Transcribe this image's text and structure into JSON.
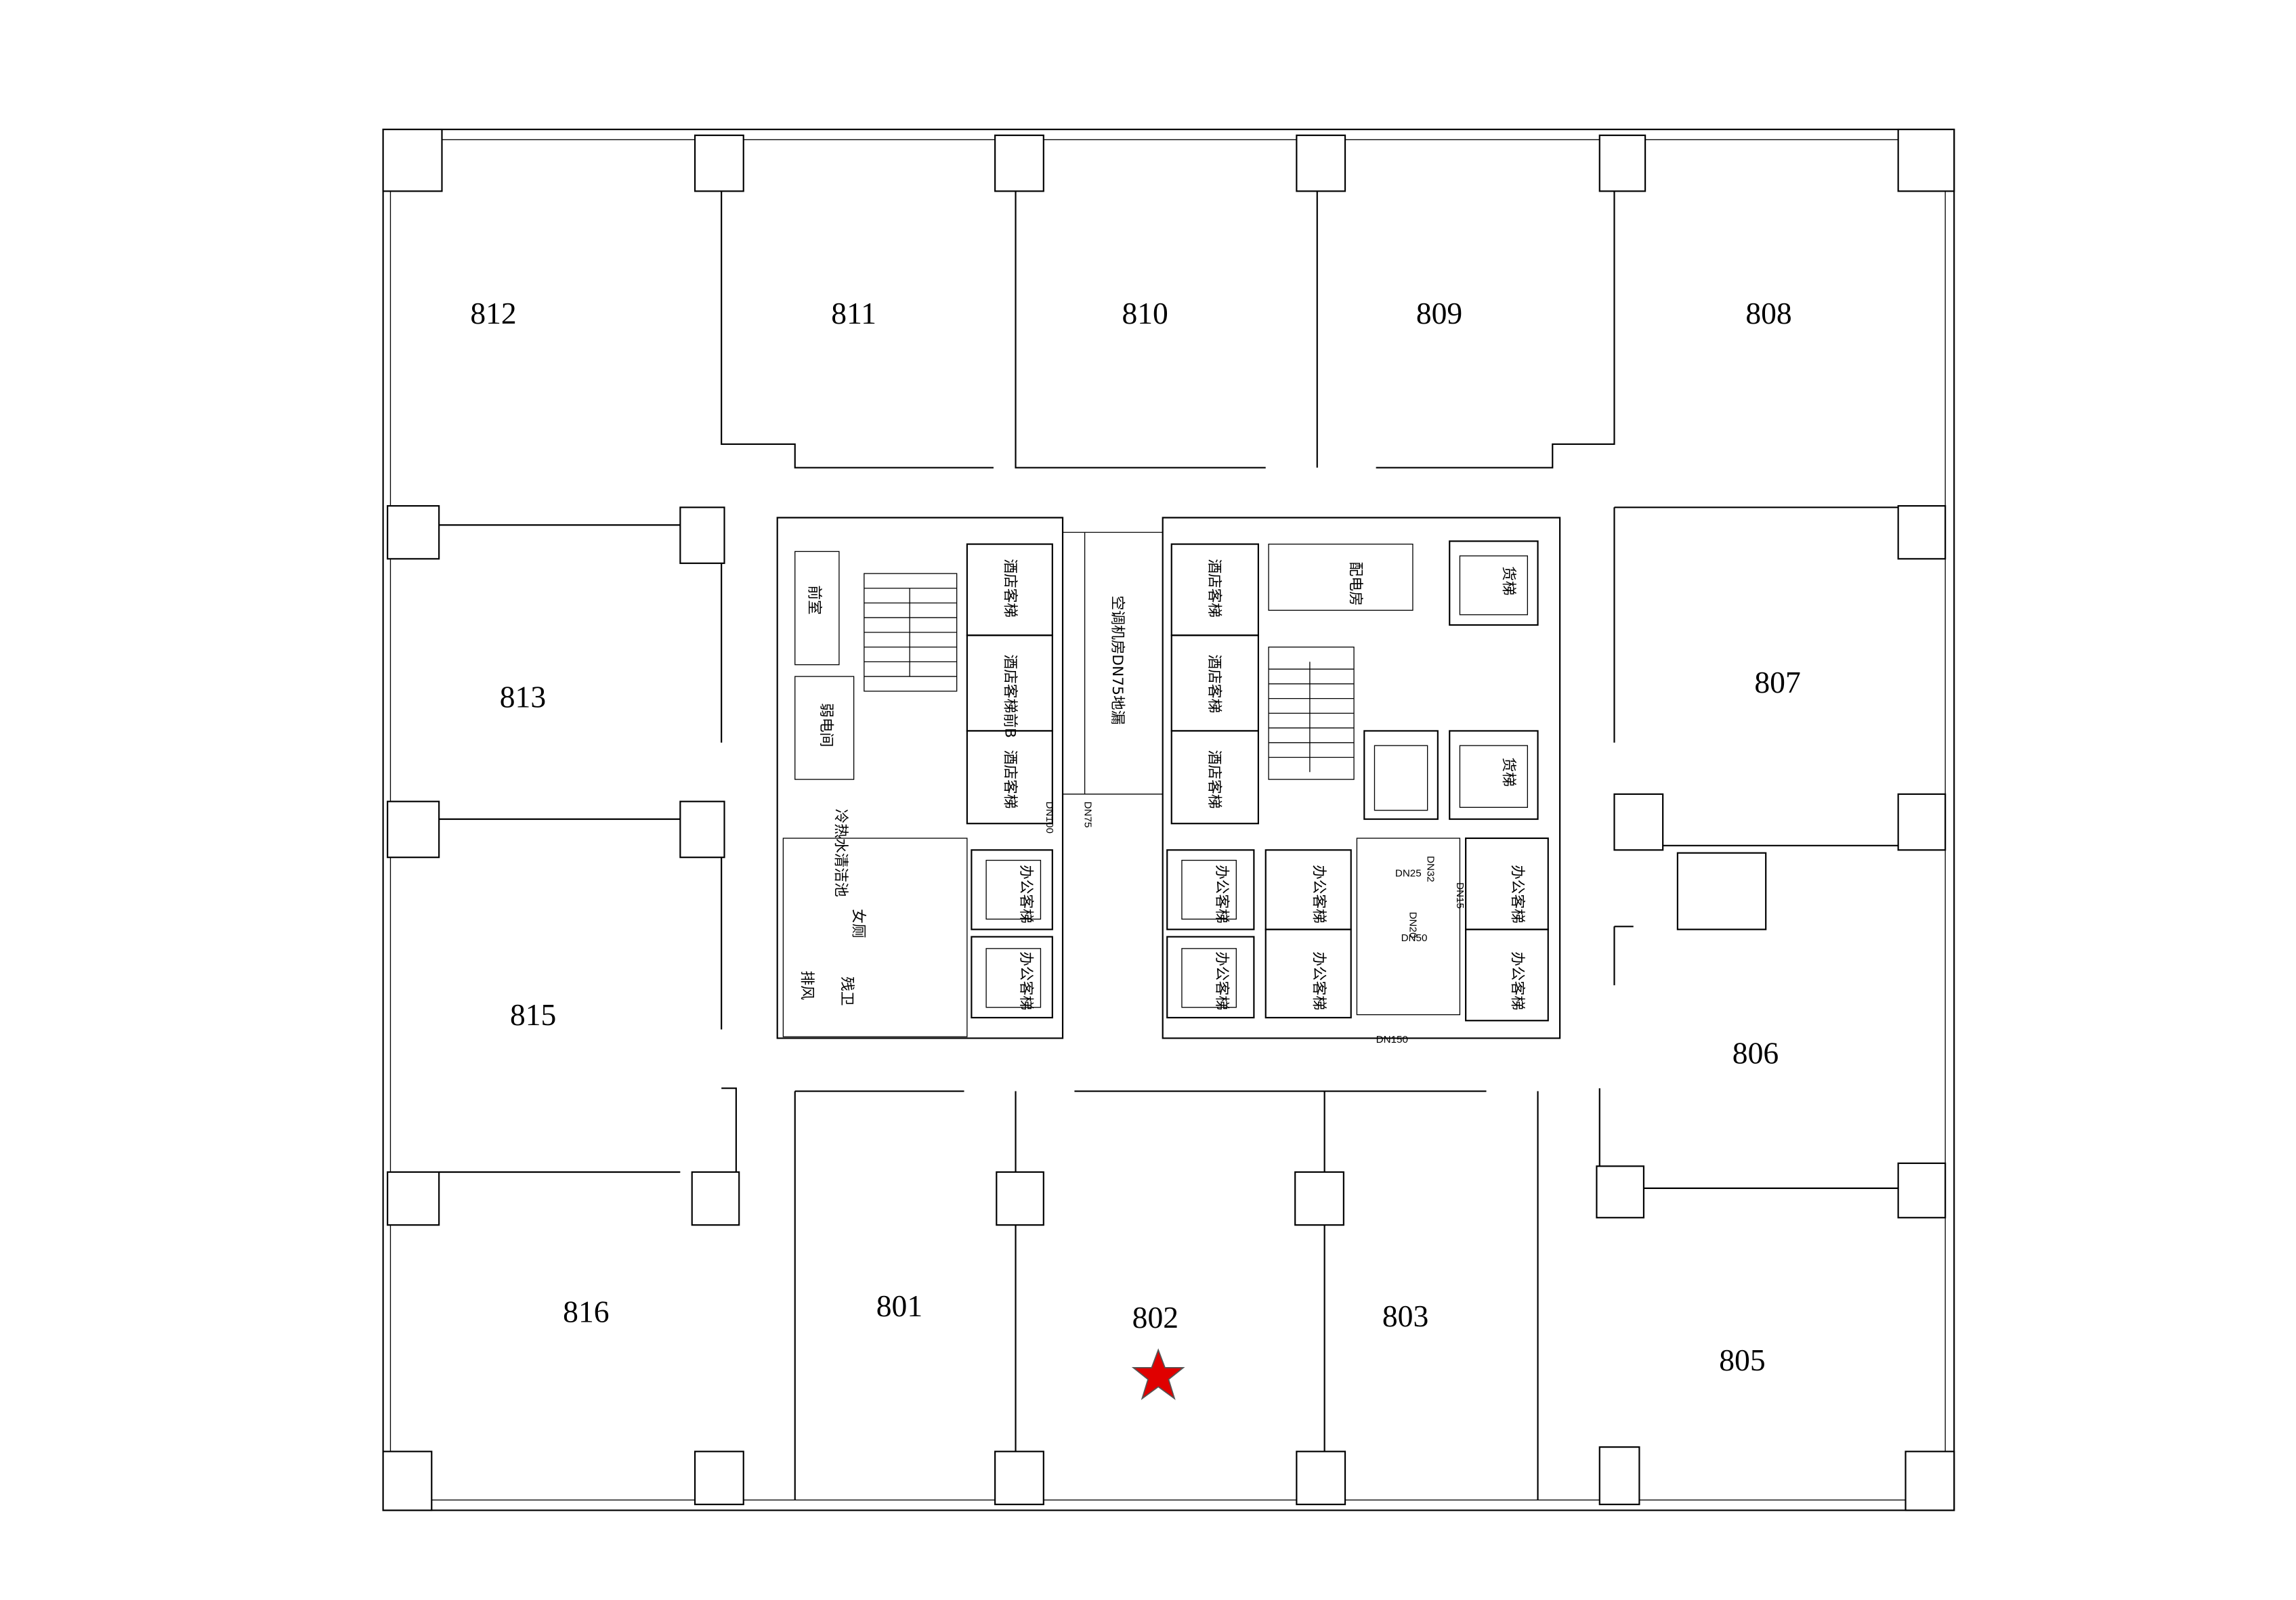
{
  "rooms": [
    "812",
    "811",
    "810",
    "809",
    "808",
    "813",
    "807",
    "815",
    "806",
    "816",
    "801",
    "802",
    "803",
    "805"
  ],
  "core": {
    "front_room": "前室",
    "weak_current": "弱电间",
    "hotel_lift": "酒店客梯",
    "hotel_lift_b": "酒店客梯前B",
    "ac_room": "空调机房DN75地漏",
    "cleaning": "冷热水清洁池",
    "womens_wc": "女厕",
    "accessible_wc": "残卫",
    "exhaust": "排风",
    "power_room": "配电房",
    "freight_lift": "货梯",
    "office_lift": "办公客梯"
  },
  "pipes": [
    "DN100",
    "DN75",
    "DN150",
    "DN25",
    "DN50",
    "DN20",
    "DN32",
    "DN15"
  ],
  "marker": {
    "icon": "star-icon",
    "room": "802",
    "color": "#e00000"
  }
}
